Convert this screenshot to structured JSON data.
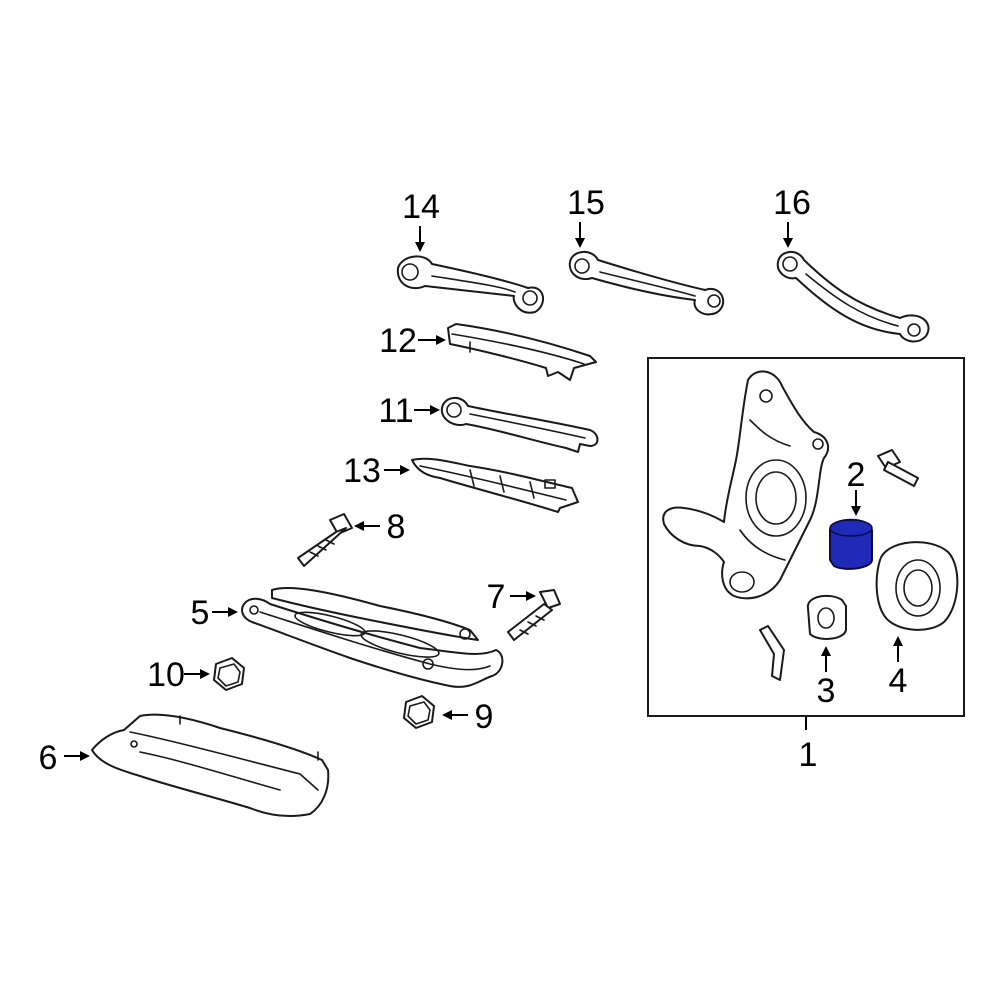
{
  "colors": {
    "background": "#ffffff",
    "line": "#1a1a1a",
    "highlight": "#1f2bb8"
  },
  "callouts": [
    {
      "id": "p1",
      "number": "1"
    },
    {
      "id": "p2",
      "number": "2"
    },
    {
      "id": "p3",
      "number": "3"
    },
    {
      "id": "p4",
      "number": "4"
    },
    {
      "id": "p5",
      "number": "5"
    },
    {
      "id": "p6",
      "number": "6"
    },
    {
      "id": "p7",
      "number": "7"
    },
    {
      "id": "p8",
      "number": "8"
    },
    {
      "id": "p9",
      "number": "9"
    },
    {
      "id": "p10",
      "number": "10"
    },
    {
      "id": "p11",
      "number": "11"
    },
    {
      "id": "p12",
      "number": "12"
    },
    {
      "id": "p13",
      "number": "13"
    },
    {
      "id": "p14",
      "number": "14"
    },
    {
      "id": "p15",
      "number": "15"
    },
    {
      "id": "p16",
      "number": "16"
    }
  ],
  "highlighted_part": "2"
}
